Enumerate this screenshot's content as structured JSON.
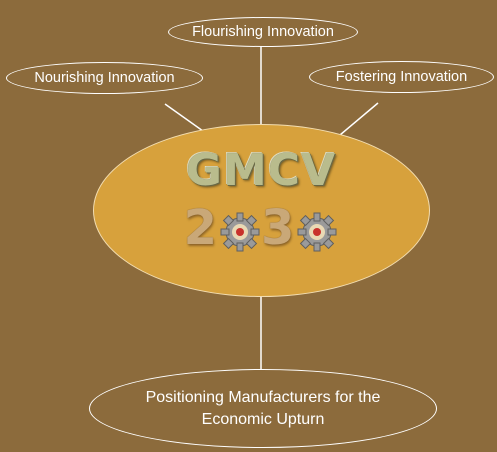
{
  "nodes": {
    "top": "Flourishing Innovation",
    "left": "Nourishing Innovation",
    "right": "Fostering Innovation",
    "bottom": "Positioning Manufacturers for the Economic Upturn"
  },
  "logo": {
    "word": "GMCV",
    "year": "2030"
  },
  "colors": {
    "background": "#8c6b3c",
    "center_fill": "#d7a13c",
    "outline": "#ffffff",
    "gear_red": "#c8322c"
  }
}
